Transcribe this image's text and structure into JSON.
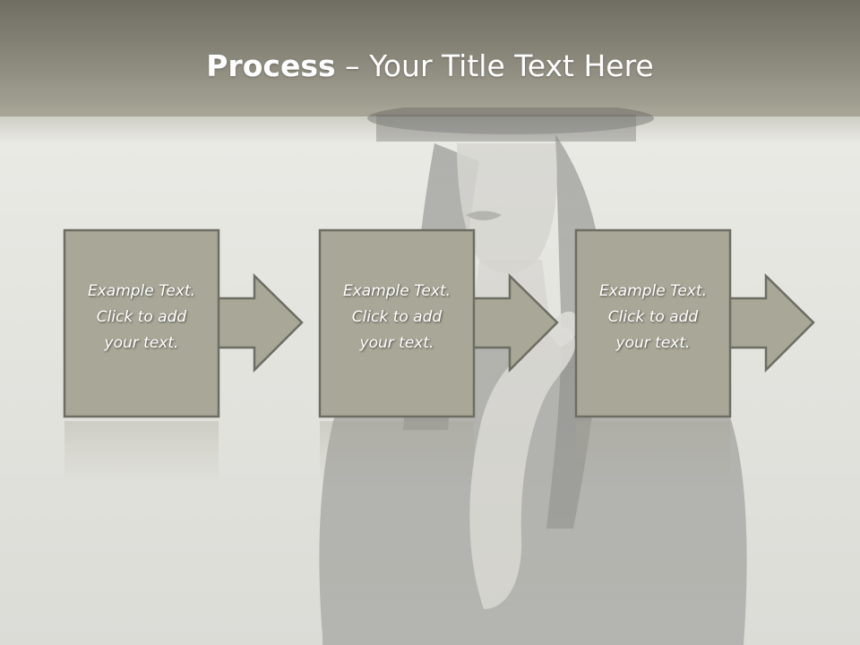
{
  "slide": {
    "title_bold": "Process",
    "title_rest": " – Your Title Text Here"
  },
  "steps": [
    {
      "line1": "Example Text.",
      "line2": "Click  to add",
      "line3": "your text."
    },
    {
      "line1": "Example Text.",
      "line2": "Click  to add",
      "line3": "your text."
    },
    {
      "line1": "Example Text.",
      "line2": "Click  to add",
      "line3": "your text."
    }
  ],
  "colors": {
    "box_fill": "#a9a797",
    "box_stroke": "#6e6d63",
    "header_dark": "#6f6e63",
    "background": "#e9e9e4"
  }
}
